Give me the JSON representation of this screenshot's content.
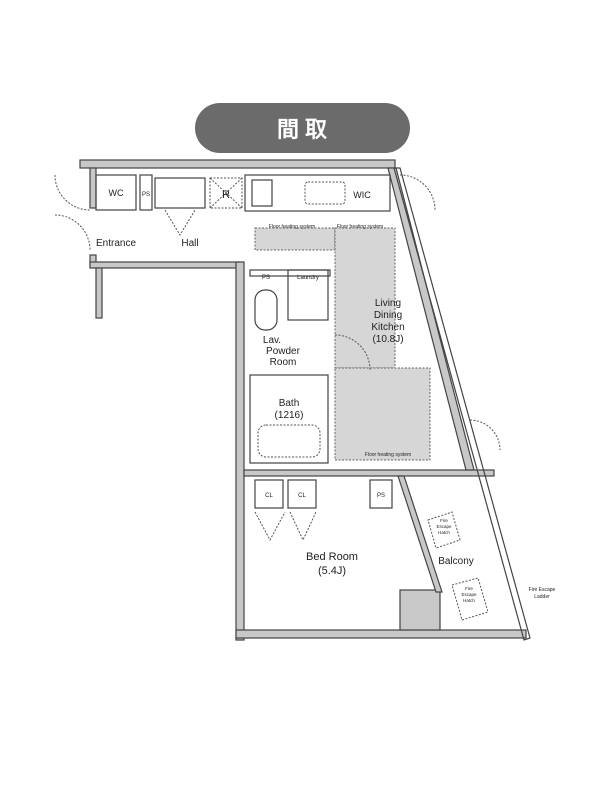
{
  "title": "間 取",
  "colors": {
    "title_bg": "#6b6b6b",
    "title_text": "#ffffff",
    "wall": "#c8c8c8",
    "floor_heating": "#d6d6d6"
  },
  "rooms": {
    "wc": "WC",
    "ps_top": "PS",
    "refrigerator": "R",
    "wic": "WIC",
    "entrance": "Entrance",
    "hall": "Hall",
    "floor_heating_1": "Floor heating system",
    "floor_heating_2": "Floor heating system",
    "floor_heating_3": "Floor heating system",
    "ps_lav": "PS",
    "laundry": "Laundry",
    "lav_line1": "Lav.",
    "lav_line2": "Powder",
    "lav_line3": "Room",
    "bath_line1": "Bath",
    "bath_line2": "(1216)",
    "ldk_line1": "Living",
    "ldk_line2": "Dining",
    "ldk_line3": "Kitchen",
    "ldk_line4": "(10.8J)",
    "cl1": "CL",
    "cl2": "CL",
    "ps_bed": "PS",
    "bed_line1": "Bed Room",
    "bed_line2": "(5.4J)",
    "balcony": "Balcony",
    "fire_hatch_1_line1": "Fire",
    "fire_hatch_1_line2": "Escape",
    "fire_hatch_1_line3": "Hatch",
    "fire_hatch_2_line1": "Fire",
    "fire_hatch_2_line2": "Escape",
    "fire_hatch_2_line3": "Hatch",
    "fire_escape_ladder_line1": "Fire Escape",
    "fire_escape_ladder_line2": "Ladder"
  }
}
